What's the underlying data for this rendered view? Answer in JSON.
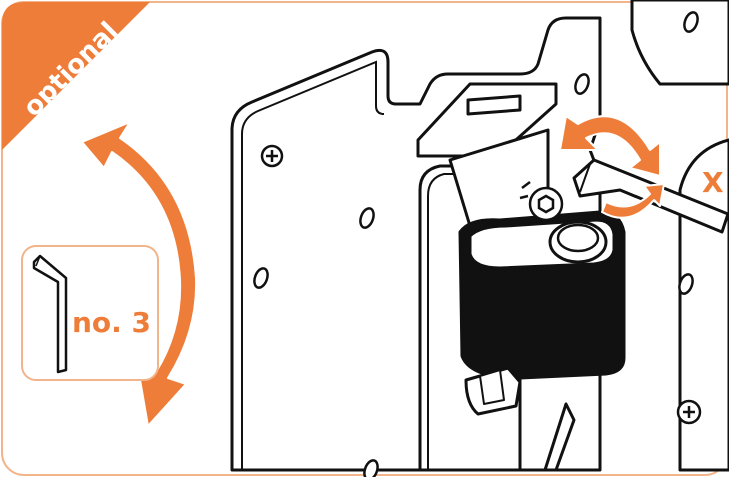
{
  "corner_badge": {
    "text": "optional",
    "color": "#ef7d3a"
  },
  "tool_box": {
    "text": "no. 3",
    "icon": "hex-key-icon",
    "text_color": "#ef7d3a",
    "border_color": "#f2b48a"
  },
  "callout": {
    "text": "X",
    "color": "#ef7d3a"
  },
  "rotation_arrow": {
    "icon": "curved-double-arrow-icon",
    "color": "#ef7d3a"
  },
  "tighten_arrow": {
    "icon": "rotate-arrows-icon",
    "color": "#ef7d3a"
  },
  "illustration": {
    "subject": "wall-mount-tilt-bracket"
  },
  "colors": {
    "accent": "#ef7d3a",
    "line": "#111111",
    "background": "#ffffff"
  }
}
